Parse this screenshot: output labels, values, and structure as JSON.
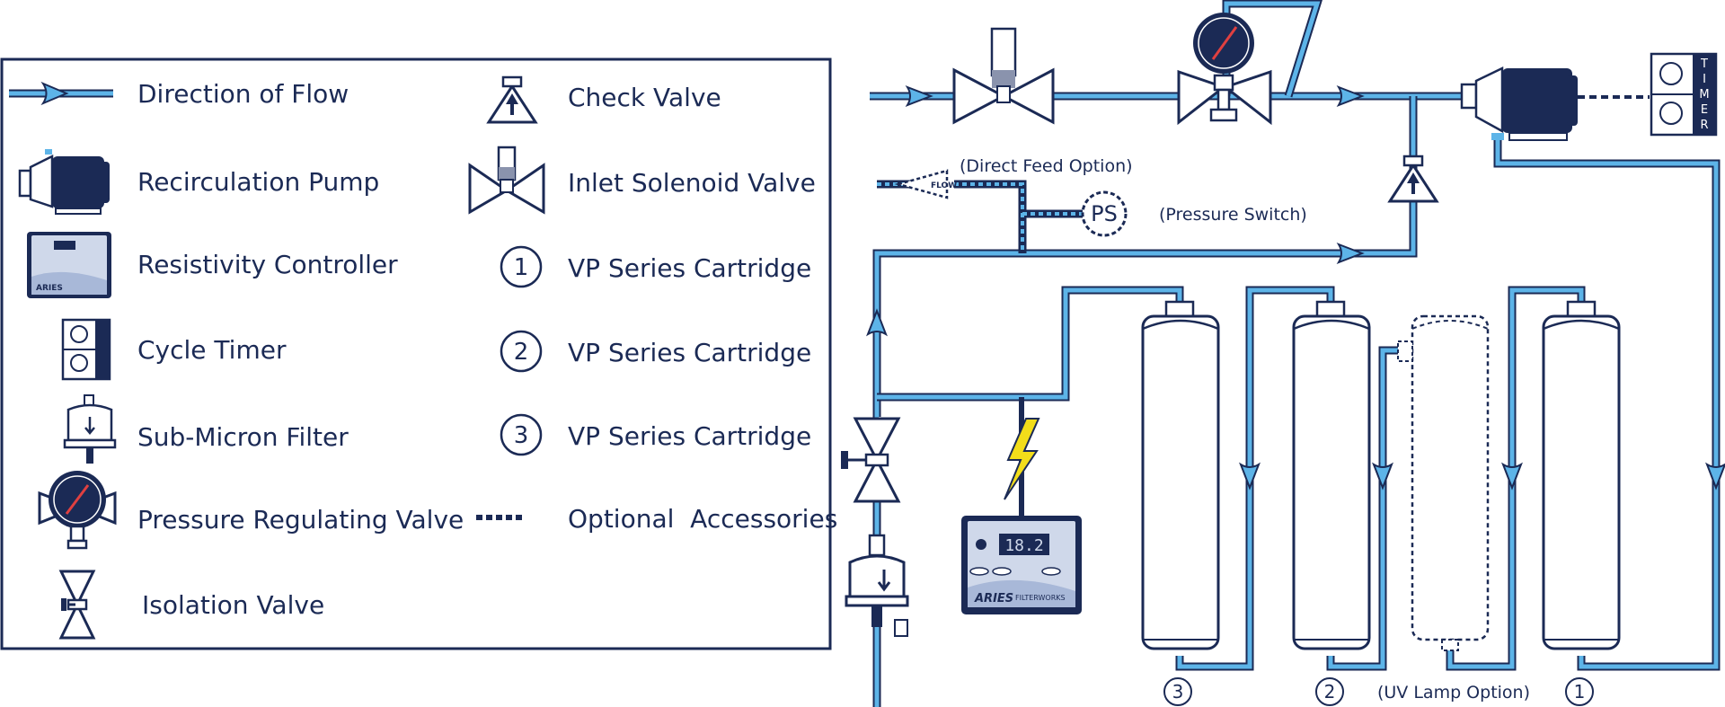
{
  "legend": {
    "direction_of_flow": "Direction of Flow",
    "recirculation_pump": "Recirculation Pump",
    "resistivity_controller": "Resistivity Controller",
    "cycle_timer": "Cycle Timer",
    "sub_micron_filter": "Sub-Micron Filter",
    "pressure_regulating_valve": "Pressure Regulating Valve",
    "isolation_valve": "Isolation Valve",
    "check_valve": "Check Valve",
    "inlet_solenoid_valve": "Inlet Solenoid Valve",
    "cartridge_1_number": "1",
    "cartridge_1_label": "VP Series Cartridge",
    "cartridge_2_number": "2",
    "cartridge_2_label": "VP Series Cartridge",
    "cartridge_3_number": "3",
    "cartridge_3_label": "VP Series Cartridge",
    "optional_accessories": "Optional  Accessories"
  },
  "diagram": {
    "direct_feed_option": "(Direct Feed Option)",
    "pressure_switch_symbol": "PS",
    "pressure_switch_label": "(Pressure Switch)",
    "uv_lamp_option": "(UV Lamp Option)",
    "cartridge_numbers": [
      "3",
      "2",
      "1"
    ],
    "timer_text": [
      "T",
      "I",
      "M",
      "E",
      "R"
    ],
    "flow_text": "FLOW",
    "controller_display": "18.2",
    "controller_brand": "ARIES",
    "controller_brand_sub": "FILTERWORKS"
  },
  "colors": {
    "navy": "#1b2a55",
    "water_blue": "#5db4e8"
  }
}
